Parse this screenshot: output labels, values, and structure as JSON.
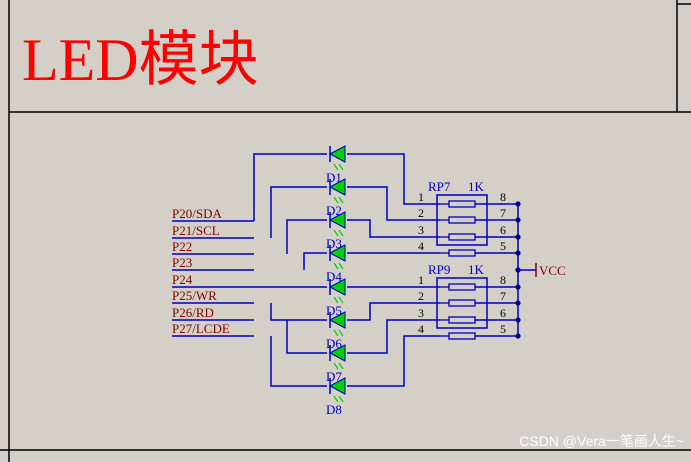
{
  "title": "LED模块",
  "watermark": "CSDN @Vera一笔画人生~",
  "power_label": "VCC",
  "ports": [
    {
      "label": "P20/SDA"
    },
    {
      "label": "P21/SCL"
    },
    {
      "label": "P22"
    },
    {
      "label": "P23"
    },
    {
      "label": "P24"
    },
    {
      "label": "P25/WR"
    },
    {
      "label": "P26/RD"
    },
    {
      "label": "P27/LCDE"
    }
  ],
  "leds": [
    "D1",
    "D2",
    "D3",
    "D4",
    "D5",
    "D6",
    "D7",
    "D8"
  ],
  "resistor_networks": [
    {
      "name": "RP7",
      "value": "1K",
      "left_pins": [
        "1",
        "2",
        "3",
        "4"
      ],
      "right_pins": [
        "8",
        "7",
        "6",
        "5"
      ]
    },
    {
      "name": "RP9",
      "value": "1K",
      "left_pins": [
        "1",
        "2",
        "3",
        "4"
      ],
      "right_pins": [
        "8",
        "7",
        "6",
        "5"
      ]
    }
  ],
  "colors": {
    "background": "#d4d0c8",
    "wire": "#0000c0",
    "label": "#800000",
    "title": "#ff0000",
    "led_fill": "#00d000",
    "border": "#000000"
  }
}
